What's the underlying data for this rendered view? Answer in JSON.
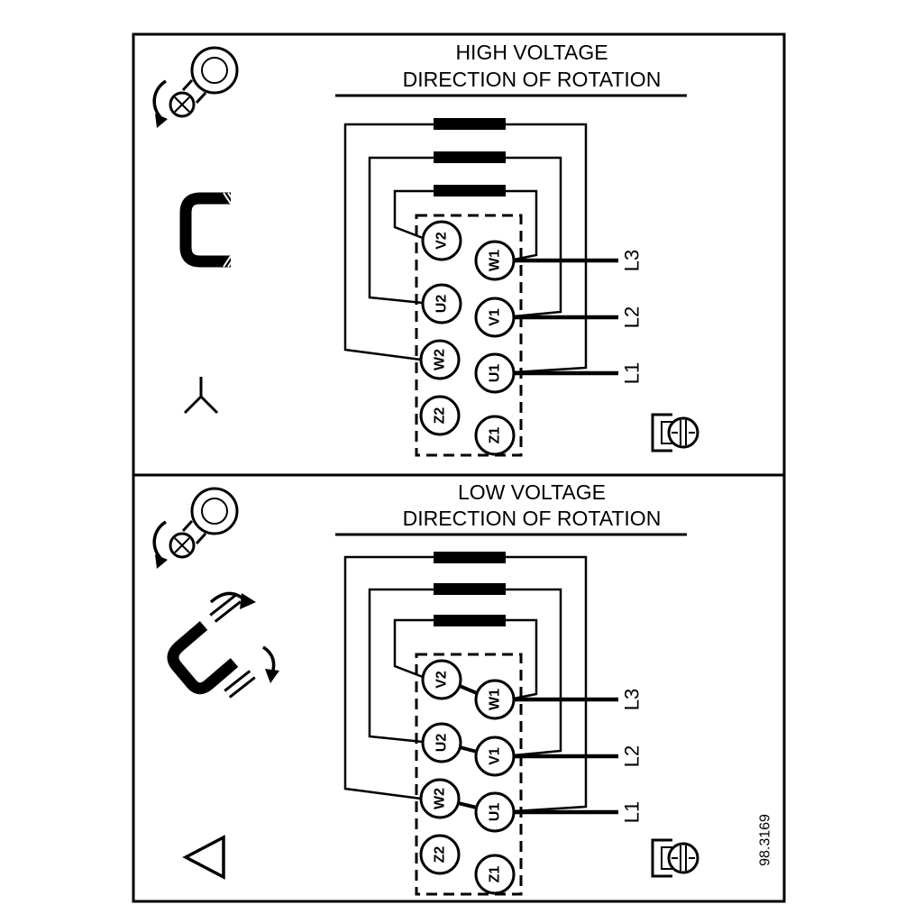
{
  "figure": {
    "ref_number": "98.3169",
    "background": "#ffffff",
    "line_color": "#000000"
  },
  "panels": [
    {
      "id": "high-voltage",
      "title_line1": "HIGH VOLTAGE",
      "title_line2": "DIRECTION OF ROTATION",
      "connection": "star",
      "terminals_left": [
        "V2",
        "U2",
        "W2",
        "Z2"
      ],
      "terminals_right": [
        "W1",
        "V1",
        "U1",
        "Z1"
      ],
      "supply_lines": [
        "L3",
        "L2",
        "L1"
      ]
    },
    {
      "id": "low-voltage",
      "title_line1": "LOW VOLTAGE",
      "title_line2": "DIRECTION OF ROTATION",
      "connection": "delta",
      "terminals_left": [
        "V2",
        "U2",
        "W2",
        "Z2"
      ],
      "terminals_right": [
        "W1",
        "V1",
        "U1",
        "Z1"
      ],
      "supply_lines": [
        "L3",
        "L2",
        "L1"
      ]
    }
  ],
  "icons": {
    "screw_rotation": "screw-with-rotation-arrow",
    "jumper_link": "terminal-jumper-bracket",
    "star": "star-connection-symbol",
    "delta_links": "jumper-links-with-arrows",
    "delta": "delta-connection-symbol",
    "earth_screw": "terminal-screw-with-clamp"
  }
}
